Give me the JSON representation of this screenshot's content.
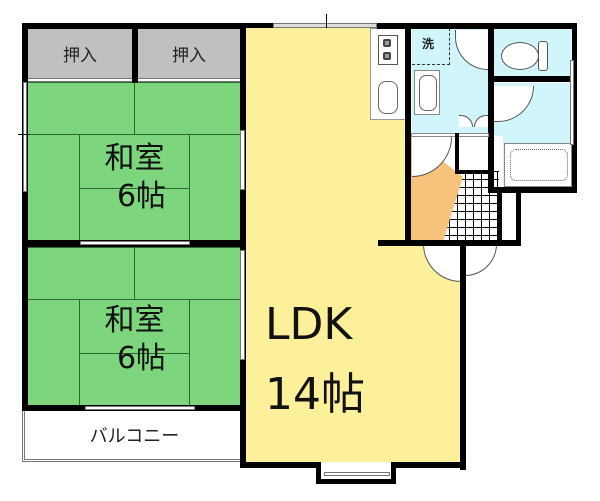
{
  "floorplan": {
    "rooms": {
      "closet_left": {
        "label": "押入"
      },
      "closet_right": {
        "label": "押入"
      },
      "washitsu_upper": {
        "name": "和室",
        "size": "6帖"
      },
      "washitsu_lower": {
        "name": "和室",
        "size": "6帖"
      },
      "balcony": {
        "label": "バルコニー"
      },
      "ldk": {
        "name": "LDK",
        "size": "14帖"
      },
      "washroom": {
        "label": "洗"
      }
    },
    "colors": {
      "tatami": "#7dd67d",
      "ldk": "#fcf09a",
      "wet_area": "#d0f6fc",
      "genkan": "#f7c27c",
      "closet": "#c0c0c0",
      "wall": "#000000"
    }
  }
}
